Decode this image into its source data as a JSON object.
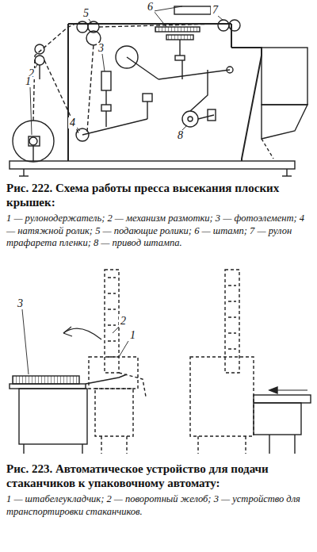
{
  "diagram": {
    "labels": [
      "5",
      "6",
      "7",
      "3",
      "2",
      "1",
      "4",
      "8",
      "Рис. 222. Схема работы пресса высекания плоских крышек:",
      "1 — рулонодержатель; 2 — механизм размотки; 3 — фотоэлемент; 4 — натяжной ролик; 5 — подающие ролики; 6 — штамп; 7 — рулон трафарета пленки; 8 — привод штампа.",
      "3",
      "2",
      "1",
      "Рис. 223. Автоматическое устройство для подачи стаканчиков к упаковочному автомату:",
      "1 — штабелеукладчик; 2 — поворотный желоб; 3 — устройство для транспортировки стаканчиков."
    ]
  }
}
